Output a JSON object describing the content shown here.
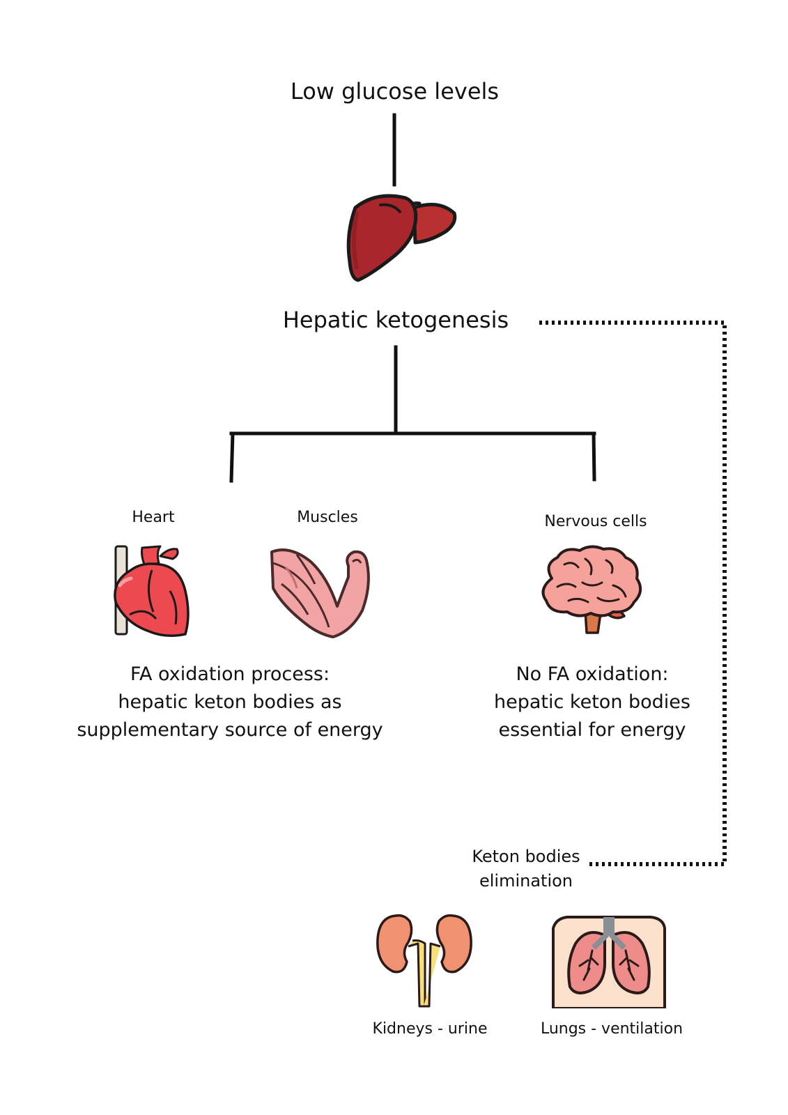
{
  "nodes": {
    "top": "Low glucose levels",
    "hepatic": "Hepatic ketogenesis",
    "heart": "Heart",
    "muscles": "Muscles",
    "nervous": "Nervous cells",
    "fa_left": [
      "FA oxidation process:",
      "hepatic keton bodies as",
      "supplementary source of energy"
    ],
    "fa_right": [
      "No FA oxidation:",
      "hepatic keton bodies",
      "essential for energy"
    ],
    "elimination": [
      "Keton bodies",
      "elimination"
    ],
    "kidneys": "Kidneys - urine",
    "lungs": "Lungs - ventilation"
  },
  "icons": [
    "liver-icon",
    "heart-icon",
    "muscle-icon",
    "brain-icon",
    "kidneys-icon",
    "lungs-icon"
  ],
  "colors": {
    "line": "#111111",
    "liver": "#a8262c",
    "heart": "#ec4a50",
    "muscle": "#f2a3a3",
    "brain": "#f4a29a",
    "kidney": "#f0926f",
    "lung": "#ee8c8a"
  }
}
